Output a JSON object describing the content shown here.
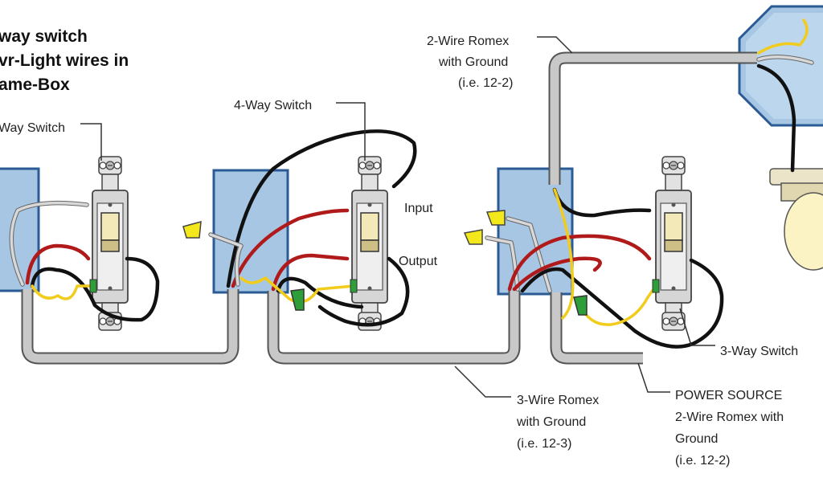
{
  "title": {
    "lines": [
      "way switch",
      "vr-Light wires in",
      "ame-Box"
    ]
  },
  "labels": {
    "three_way_left": "Way Switch",
    "four_way": "4-Way Switch",
    "romex_top": [
      "2-Wire Romex",
      "with Ground",
      "(i.e. 12-2)"
    ],
    "input": "Input",
    "output": "Output",
    "three_way_right": "3-Way Switch",
    "romex_three_wire": [
      "3-Wire Romex",
      "with Ground",
      "(i.e. 12-3)"
    ],
    "power_source": [
      "POWER SOURCE",
      "2-Wire Romex with",
      "Ground",
      "(i.e. 12-2)"
    ]
  },
  "colors": {
    "box_fill": "#a6c6e4",
    "box_stroke": "#2b5b94",
    "cable": "#c8c8c8",
    "hot_black": "#111111",
    "traveler_red": "#b01a1a",
    "neutral_white": "#d8d8d8",
    "ground_yellow": "#f2cc1c",
    "wire_nut_yellow": "#f2e81c",
    "wire_nut_green": "#2e9e3a",
    "switch_toggle": "#f3e9b8",
    "bulb": "#fbf3c4"
  },
  "icons": [
    "light-fixture-icon",
    "light-bulb-icon",
    "wire-nut-icon",
    "switch-icon",
    "junction-box-icon"
  ]
}
